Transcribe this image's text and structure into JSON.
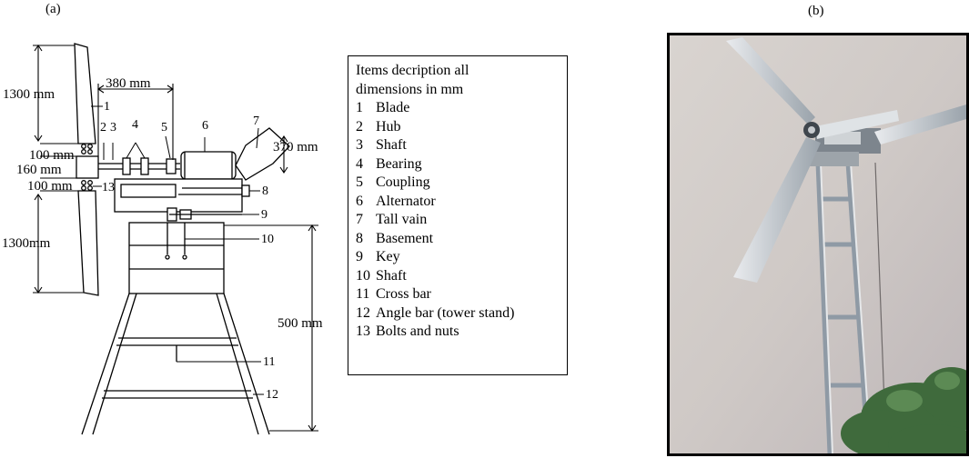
{
  "panel_a": {
    "label": "(a)",
    "dimensions": {
      "blade_top": "1300 mm",
      "hub_span": "380 mm",
      "upper_gap": "100 mm",
      "hub_height": "160 mm",
      "lower_gap": "100 mm",
      "blade_bottom": "1300mm",
      "tail": "370 mm",
      "stand": "500  mm"
    },
    "callouts": [
      "1",
      "2",
      "3",
      "4",
      "5",
      "6",
      "7",
      "8",
      "9",
      "10",
      "11",
      "12",
      "13"
    ]
  },
  "legend": {
    "heading": "Items decription all\ndimensions in mm",
    "items": [
      {
        "num": "1",
        "text": "Blade"
      },
      {
        "num": "2",
        "text": "Hub"
      },
      {
        "num": "3",
        "text": "Shaft"
      },
      {
        "num": "4",
        "text": "Bearing"
      },
      {
        "num": "5",
        "text": "Coupling"
      },
      {
        "num": "6",
        "text": "Alternator"
      },
      {
        "num": "7",
        "text": "Tall vain"
      },
      {
        "num": "8",
        "text": "Basement"
      },
      {
        "num": "9",
        "text": "Key"
      },
      {
        "num": "10",
        "text": "Shaft"
      },
      {
        "num": "11",
        "text": "Cross bar"
      },
      {
        "num": "12",
        "text": "Angle bar (tower stand)"
      },
      {
        "num": "13",
        "text": "Bolts and nuts"
      }
    ]
  },
  "panel_b": {
    "label": "(b)"
  }
}
